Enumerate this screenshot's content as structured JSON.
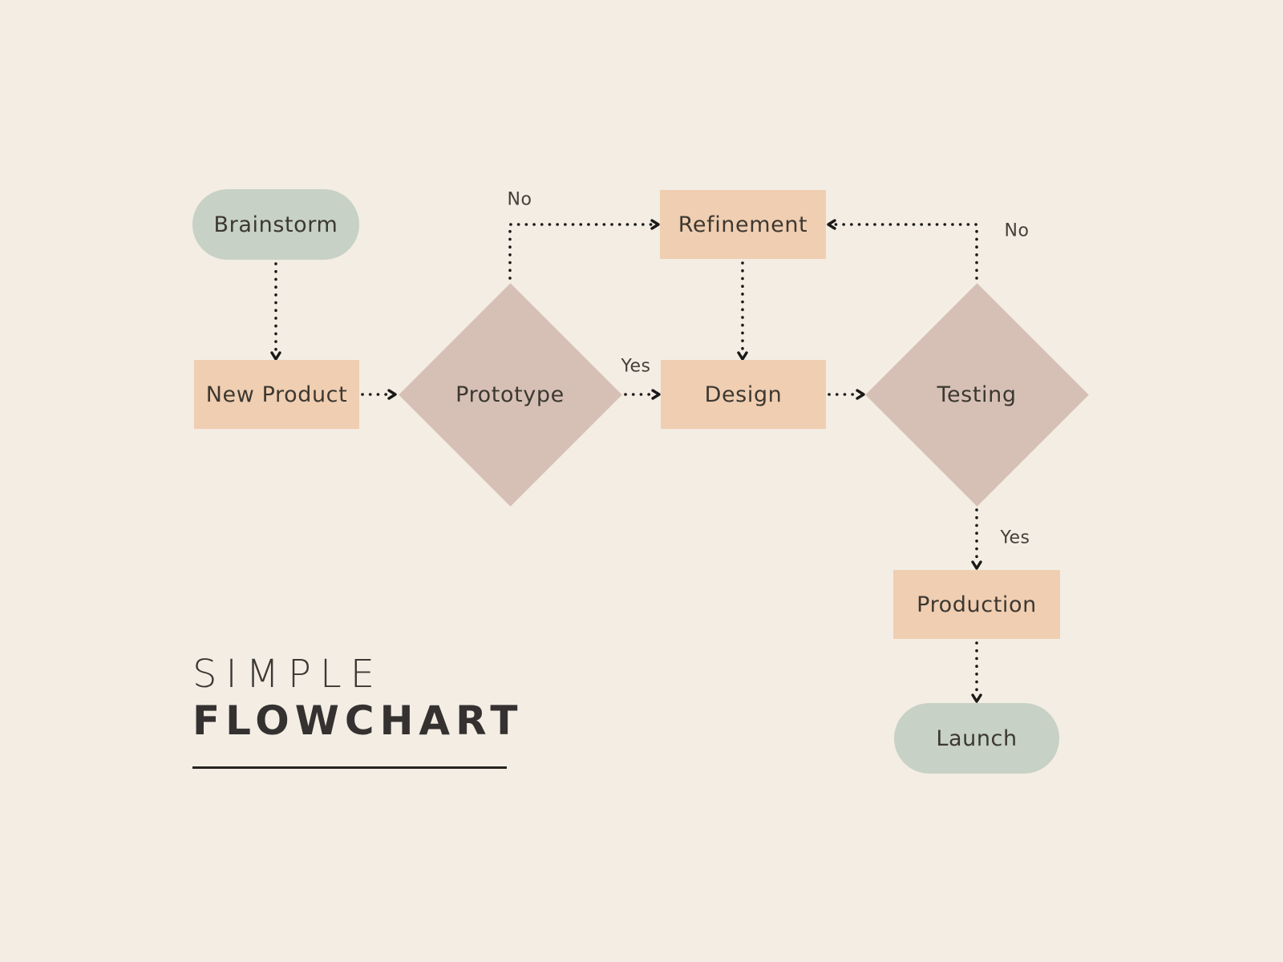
{
  "title": {
    "line1": "SIMPLE",
    "line2": "FLOWCHART"
  },
  "nodes": {
    "brainstorm": {
      "label": "Brainstorm",
      "shape": "pill"
    },
    "new_product": {
      "label": "New Product",
      "shape": "rectangle"
    },
    "prototype": {
      "label": "Prototype",
      "shape": "diamond"
    },
    "refinement": {
      "label": "Refinement",
      "shape": "rectangle"
    },
    "design": {
      "label": "Design",
      "shape": "rectangle"
    },
    "testing": {
      "label": "Testing",
      "shape": "diamond"
    },
    "production": {
      "label": "Production",
      "shape": "rectangle"
    },
    "launch": {
      "label": "Launch",
      "shape": "pill"
    }
  },
  "edges": {
    "prototype_to_refinement": {
      "label": "No"
    },
    "prototype_to_design": {
      "label": "Yes"
    },
    "testing_to_refinement": {
      "label": "No"
    },
    "testing_to_production": {
      "label": "Yes"
    }
  },
  "colors": {
    "background": "#f3ede4",
    "terminator_fill": "#c7d1c5",
    "process_fill": "#f0ceb2",
    "decision_fill": "#d6c0b5",
    "connector": "#1a1917",
    "node_text": "#3c3831",
    "title_text": "#343130"
  }
}
